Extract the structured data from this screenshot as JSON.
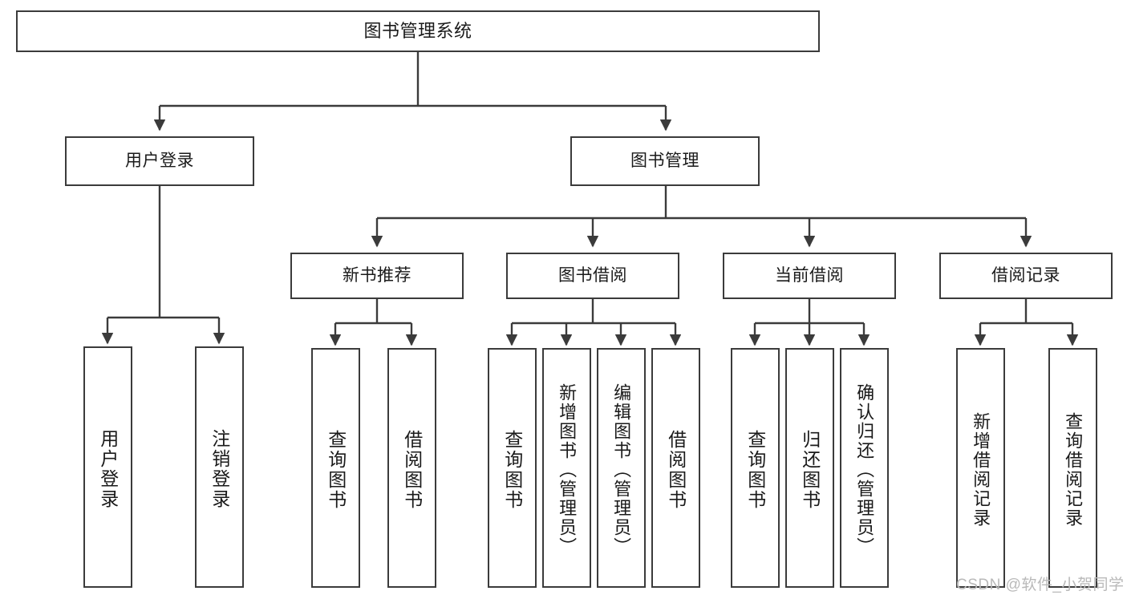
{
  "diagram": {
    "title": "图书管理系统",
    "type": "tree-structure-chart",
    "root": {
      "id": "root",
      "label": "图书管理系统"
    },
    "level2": [
      {
        "id": "user-login",
        "label": "用户登录"
      },
      {
        "id": "book-manage",
        "label": "图书管理"
      }
    ],
    "level3": [
      {
        "id": "new-book-recommend",
        "label": "新书推荐"
      },
      {
        "id": "book-borrow",
        "label": "图书借阅"
      },
      {
        "id": "current-borrow",
        "label": "当前借阅"
      },
      {
        "id": "borrow-record",
        "label": "借阅记录"
      }
    ],
    "leaves": {
      "user_login": [
        {
          "id": "leaf-user-login",
          "label": "用户登录"
        },
        {
          "id": "leaf-logout-login",
          "label": "注销登录"
        }
      ],
      "new_book_recommend": [
        {
          "id": "leaf-query-book-1",
          "label": "查询图书"
        },
        {
          "id": "leaf-borrow-book-1",
          "label": "借阅图书"
        }
      ],
      "book_borrow": [
        {
          "id": "leaf-query-book-2",
          "label": "查询图书"
        },
        {
          "id": "leaf-add-book",
          "label": "新增图书（管理员）"
        },
        {
          "id": "leaf-edit-book",
          "label": "编辑图书（管理员）"
        },
        {
          "id": "leaf-borrow-book-2",
          "label": "借阅图书"
        }
      ],
      "current_borrow": [
        {
          "id": "leaf-query-book-3",
          "label": "查询图书"
        },
        {
          "id": "leaf-return-book",
          "label": "归还图书"
        },
        {
          "id": "leaf-confirm-return",
          "label": "确认归还（管理员）"
        }
      ],
      "borrow_record": [
        {
          "id": "leaf-add-record",
          "label": "新增借阅记录"
        },
        {
          "id": "leaf-query-record",
          "label": "查询借阅记录"
        }
      ]
    }
  },
  "watermark": {
    "text": "CSDN @软件_小贺同学"
  },
  "colors": {
    "border": "#3b3b3b",
    "text": "#1a1a1a",
    "background": "#ffffff",
    "watermark": "#b9b9b9"
  }
}
